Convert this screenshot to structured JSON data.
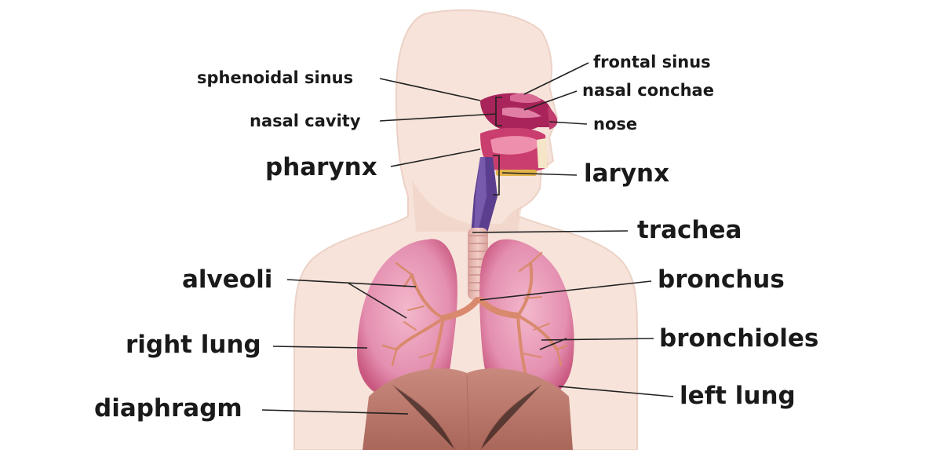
{
  "labels": {
    "sphenoidal_sinus": "sphenoidal sinus",
    "frontal_sinus": "frontal sinus",
    "nasal_conchae": "nasal conchae",
    "nasal_cavity": "nasal cavity",
    "nose": "nose",
    "pharynx": "pharynx",
    "larynx": "larynx",
    "trachea": "trachea",
    "alveoli": "alveoli",
    "bronchus": "bronchus",
    "right_lung": "right lung",
    "bronchioles": "bronchioles",
    "diaphragm": "diaphragm",
    "left_lung": "left lung"
  },
  "colors": {
    "skin": "#f7e3da",
    "skin_shadow": "#efd0c3",
    "lung": "#e48fb0",
    "lung_dark": "#c9577f",
    "bronchi": "#d98a6e",
    "nasal": "#a8245a",
    "trachea": "#e8b8b2",
    "diaphragm": "#b87468",
    "pharynx_tube": "#5b3f8e",
    "leader_line": "#222222"
  }
}
